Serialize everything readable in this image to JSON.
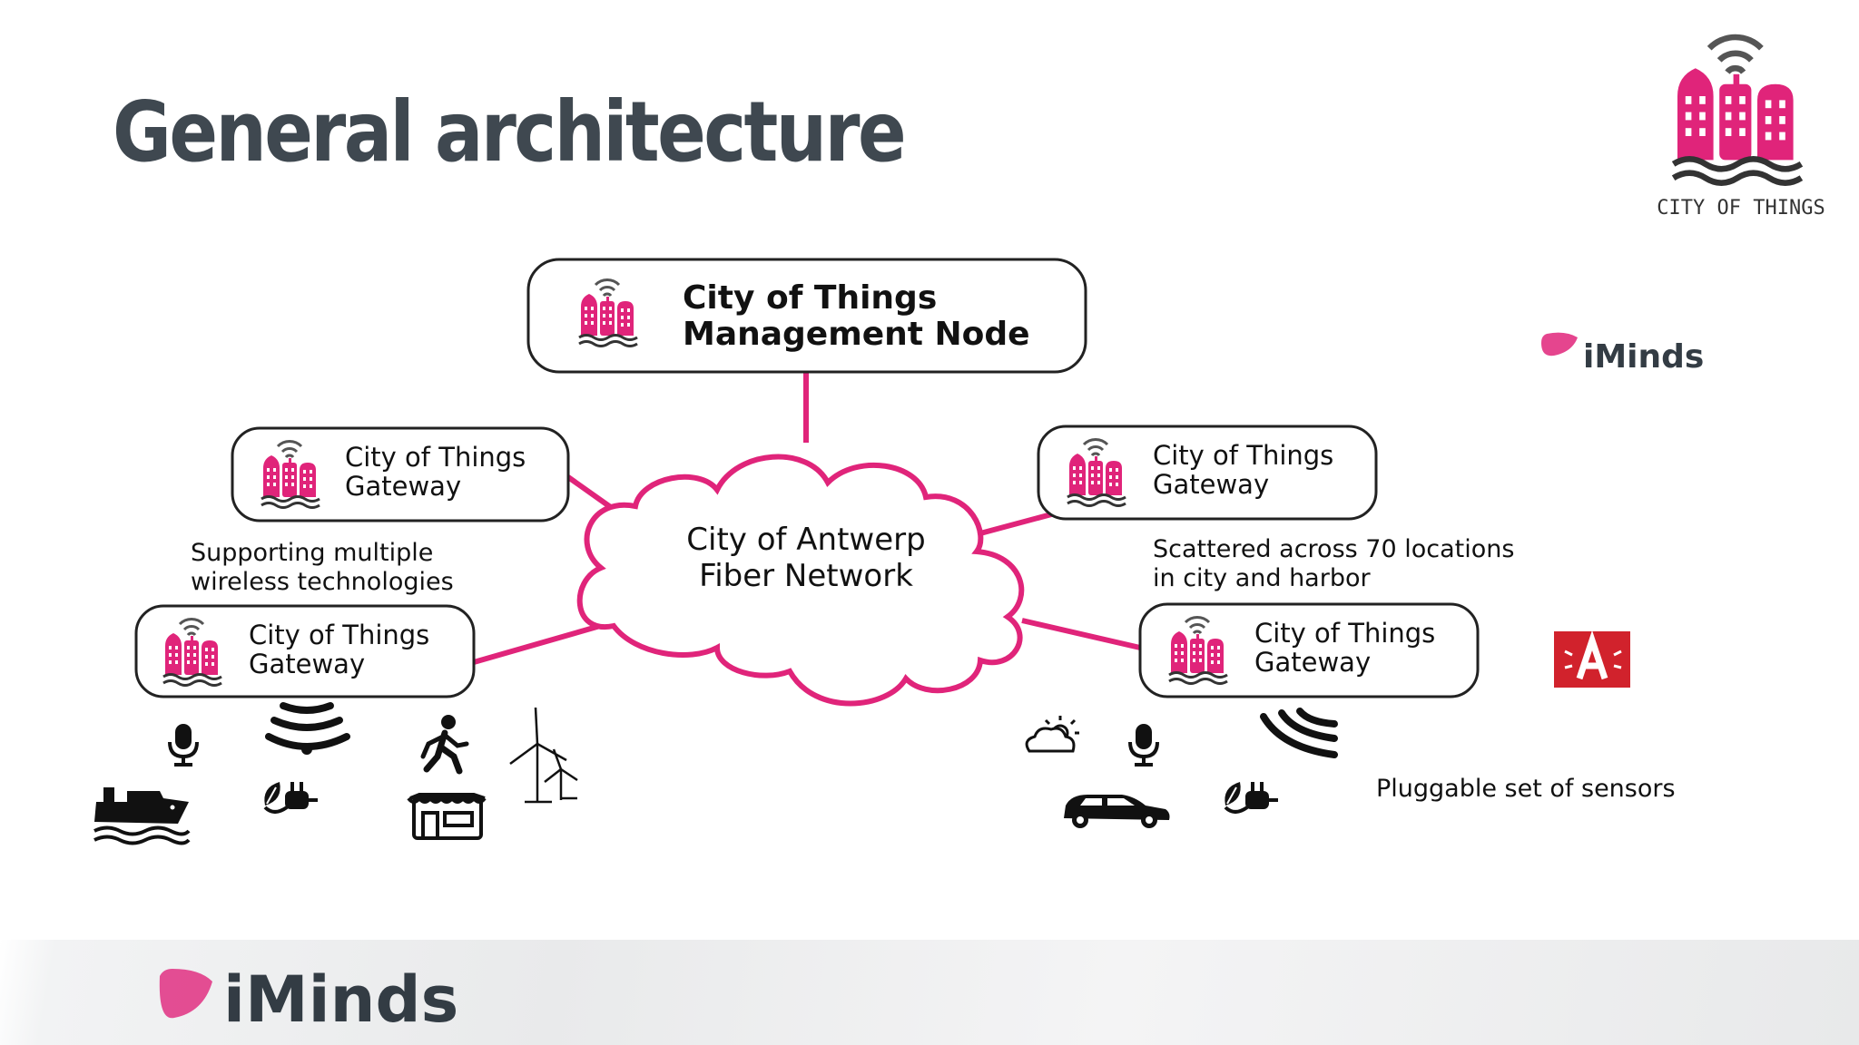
{
  "title": "General architecture",
  "logo_text": "CITY OF THINGS",
  "management_node": {
    "line1": "City of Things",
    "line2": "Management Node"
  },
  "cloud": {
    "line1": "City of Antwerp",
    "line2": "Fiber Network"
  },
  "gateways": [
    {
      "line1": "City of Things",
      "line2": "Gateway"
    },
    {
      "line1": "City of Things",
      "line2": "Gateway"
    },
    {
      "line1": "City of Things",
      "line2": "Gateway"
    },
    {
      "line1": "City of Things",
      "line2": "Gateway"
    }
  ],
  "notes": {
    "left": {
      "line1": "Supporting multiple",
      "line2": "wireless technologies"
    },
    "right": {
      "line1": "Scattered across 70 locations",
      "line2": "in city and harbor"
    },
    "sensors": "Pluggable set of sensors"
  },
  "brand_small": "iMinds",
  "brand_footer": "iMinds",
  "colors": {
    "accent": "#e0247a",
    "title": "#3f4850",
    "antwerp_red": "#d1222c"
  },
  "icons_left": [
    "microphone-icon",
    "wireless-icon",
    "pedestrian-icon",
    "wind-turbine-icon",
    "ship-icon",
    "plug-leaf-icon",
    "shop-icon"
  ],
  "icons_right": [
    "weather-icon",
    "microphone-icon",
    "wireless-icon",
    "car-icon",
    "plug-leaf-icon"
  ]
}
